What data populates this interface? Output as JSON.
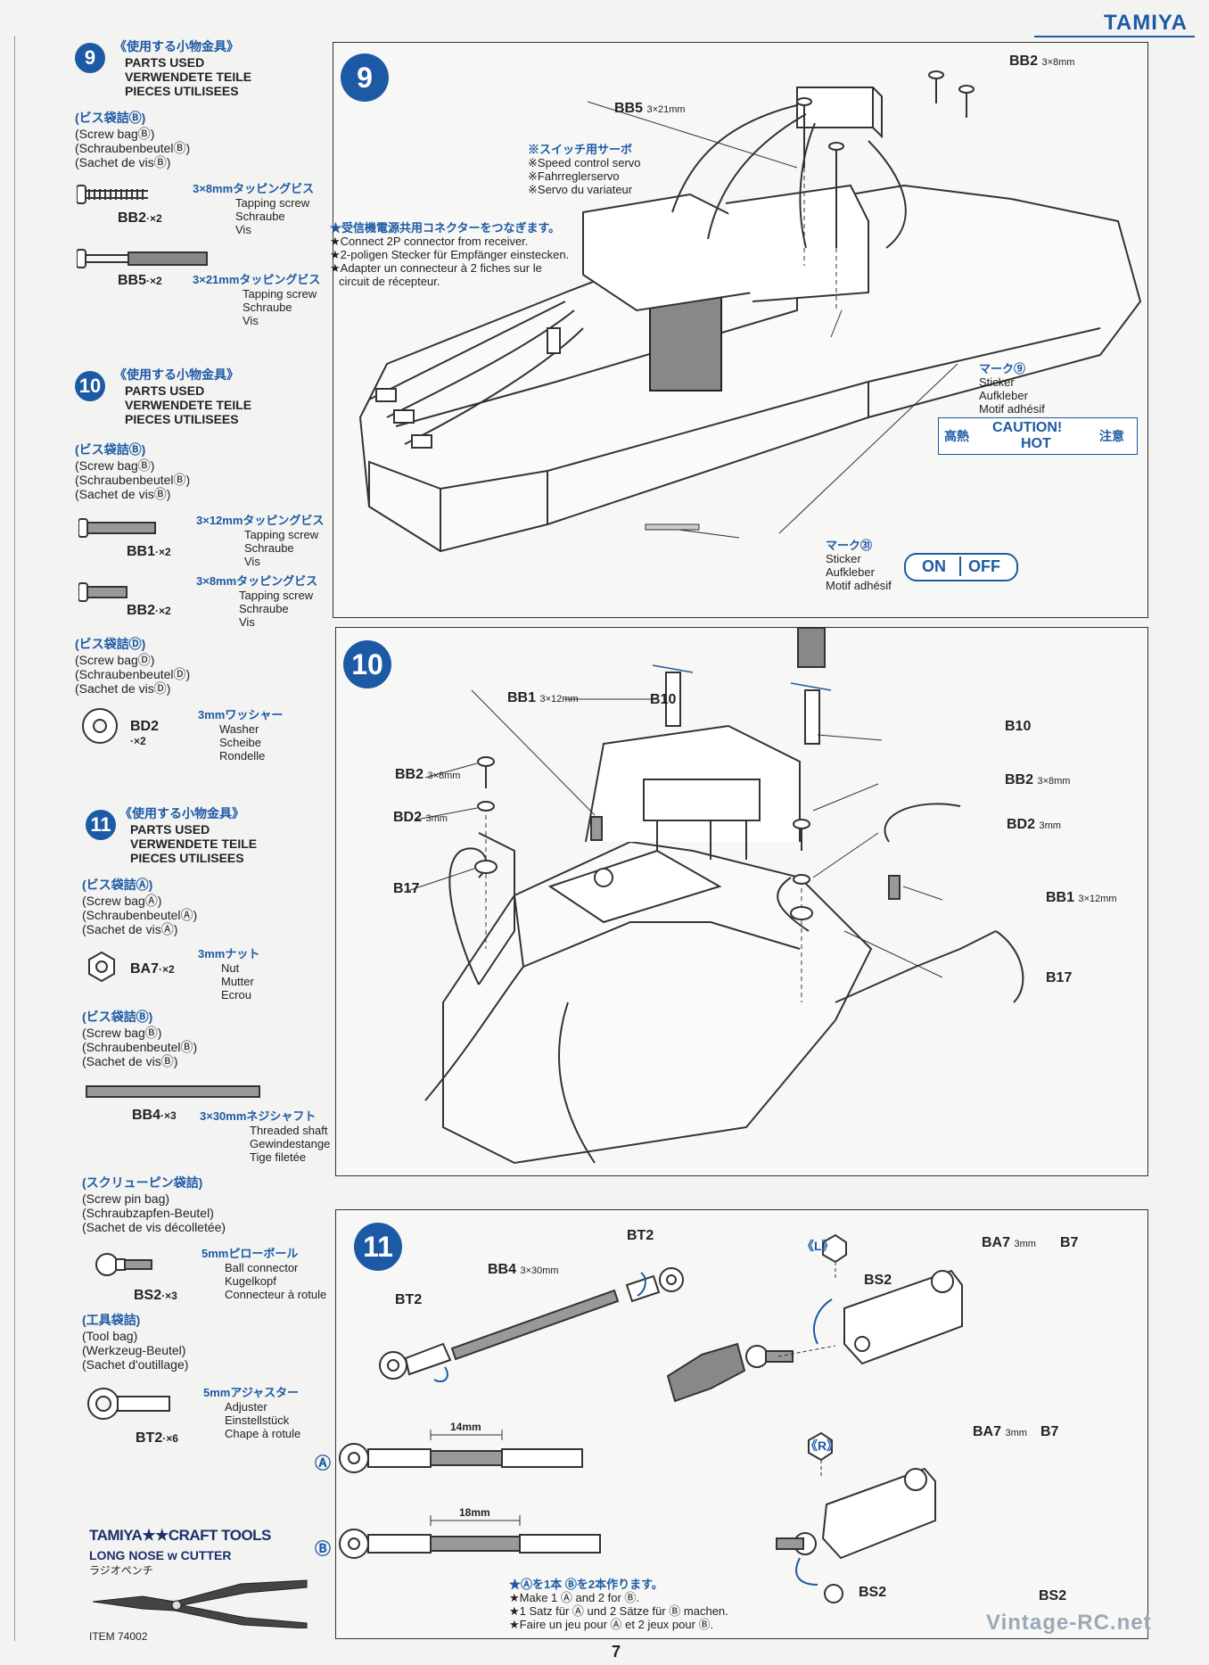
{
  "brand": "TAMIYA",
  "page_number": "7",
  "watermark": "Vintage-RC.net",
  "colors": {
    "accent": "#1d5aa5",
    "line": "#333333"
  },
  "left": {
    "s9": {
      "num": "9",
      "title_jp": "《使用する小物金具》",
      "title_en": "PARTS USED",
      "title_de": "VERWENDETE TEILE",
      "title_fr": "PIECES UTILISEES",
      "bag_jp": "(ビス袋詰Ⓑ)",
      "bag_en": "(Screw bagⒷ)",
      "bag_de": "(SchraubenbeutelⒷ)",
      "bag_fr": "(Sachet de visⒷ)",
      "p1_spec": "3×8mmタッピングビス",
      "p1_name": "BB2",
      "p1_qty": "·×2",
      "p1_desc": [
        "Tapping screw",
        "Schraube",
        "Vis"
      ],
      "p2_name": "BB5",
      "p2_qty": "·×2",
      "p2_spec": "3×21mmタッピングビス",
      "p2_desc": [
        "Tapping screw",
        "Schraube",
        "Vis"
      ]
    },
    "s10": {
      "num": "10",
      "title_jp": "《使用する小物金具》",
      "title_en": "PARTS USED",
      "title_de": "VERWENDETE TEILE",
      "title_fr": "PIECES UTILISEES",
      "bag1_jp": "(ビス袋詰Ⓑ)",
      "bag1_en": "(Screw bagⒷ)",
      "bag1_de": "(SchraubenbeutelⒷ)",
      "bag1_fr": "(Sachet de visⒷ)",
      "p1_spec": "3×12mmタッピングビス",
      "p1_name": "BB1",
      "p1_qty": "·×2",
      "p1_desc": [
        "Tapping screw",
        "Schraube",
        "Vis"
      ],
      "p2_spec": "3×8mmタッピングビス",
      "p2_name": "BB2",
      "p2_qty": "·×2",
      "p2_desc": [
        "Tapping screw",
        "Schraube",
        "Vis"
      ],
      "bag2_jp": "(ビス袋詰Ⓓ)",
      "bag2_en": "(Screw bagⒹ)",
      "bag2_de": "(SchraubenbeutelⒹ)",
      "bag2_fr": "(Sachet de visⒹ)",
      "p3_name": "BD2",
      "p3_qty": "·×2",
      "p3_spec": "3mmワッシャー",
      "p3_desc": [
        "Washer",
        "Scheibe",
        "Rondelle"
      ]
    },
    "s11": {
      "num": "11",
      "title_jp": "《使用する小物金具》",
      "title_en": "PARTS USED",
      "title_de": "VERWENDETE TEILE",
      "title_fr": "PIECES UTILISEES",
      "bag1_jp": "(ビス袋詰Ⓐ)",
      "bag1_en": "(Screw bagⒶ)",
      "bag1_de": "(SchraubenbeutelⒶ)",
      "bag1_fr": "(Sachet de visⒶ)",
      "p1_spec": "3mmナット",
      "p1_name": "BA7",
      "p1_qty": "·×2",
      "p1_desc": [
        "Nut",
        "Mutter",
        "Ecrou"
      ],
      "bag2_jp": "(ビス袋詰Ⓑ)",
      "bag2_en": "(Screw bagⒷ)",
      "bag2_de": "(SchraubenbeutelⒷ)",
      "bag2_fr": "(Sachet de visⒷ)",
      "p2_name": "BB4",
      "p2_qty": "·×3",
      "p2_spec": "3×30mmネジシャフト",
      "p2_desc": [
        "Threaded shaft",
        "Gewindestange",
        "Tige filetée"
      ],
      "bag3_jp": "(スクリューピン袋詰)",
      "bag3_en": "(Screw pin bag)",
      "bag3_de": "(Schraubzapfen-Beutel)",
      "bag3_fr": "(Sachet de vis décolletée)",
      "p3_spec": "5mmピローボール",
      "p3_name": "BS2",
      "p3_qty": "·×3",
      "p3_desc": [
        "Ball connector",
        "Kugelkopf",
        "Connecteur à rotule"
      ],
      "bag4_jp": "(工具袋詰)",
      "bag4_en": "(Tool bag)",
      "bag4_de": "(Werkzeug-Beutel)",
      "bag4_fr": "(Sachet d'outillage)",
      "p4_spec": "5mmアジャスター",
      "p4_name": "BT2",
      "p4_qty": "·×6",
      "p4_desc": [
        "Adjuster",
        "Einstellstück",
        "Chape à rotule"
      ]
    },
    "tool": {
      "brand": "TAMIYA★★CRAFT TOOLS",
      "name": "LONG NOSE w CUTTER",
      "name_jp": "ラジオペンチ",
      "item": "ITEM 74002"
    }
  },
  "panel9": {
    "num": "9",
    "bb2": "BB2",
    "bb2_spec": "3×8mm",
    "bb5": "BB5",
    "bb5_spec": "3×21mm",
    "servo_jp": "※スイッチ用サーボ",
    "servo_en": "※Speed control servo",
    "servo_de": "※Fahrreglerservo",
    "servo_fr": "※Servo du variateur",
    "conn_jp": "★受信機電源共用コネクターをつなぎます。",
    "conn_en": "★Connect 2P connector from receiver.",
    "conn_de": "★2-poligen Stecker für Empfänger einstecken.",
    "conn_fr1": "★Adapter un connecteur à 2 fiches sur le",
    "conn_fr2": "circuit de récepteur.",
    "mark9_jp": "マーク⑨",
    "mark9_1": "Sticker",
    "mark9_2": "Aufkleber",
    "mark9_3": "Motif adhésif",
    "caution_l": "高熱",
    "caution_r": "注意",
    "caution_1": "CAUTION!",
    "caution_2": "HOT",
    "mark31_jp": "マーク㉛",
    "mark31_1": "Sticker",
    "mark31_2": "Aufkleber",
    "mark31_3": "Motif adhésif",
    "on": "ON",
    "off": "OFF"
  },
  "panel10": {
    "num": "10",
    "bb1": "BB1",
    "bb1_spec": "3×12mm",
    "b10": "B10",
    "bb2": "BB2",
    "bb2_spec": "3×8mm",
    "bd2": "BD2",
    "bd2_spec": "3mm",
    "b17": "B17"
  },
  "panel11": {
    "num": "11",
    "bt2": "BT2",
    "bb4": "BB4",
    "bb4_spec": "3×30mm",
    "l": "《L》",
    "r": "《R》",
    "bs2": "BS2",
    "ba7": "BA7",
    "ba7_spec": "3mm",
    "b7": "B7",
    "a": "Ⓐ",
    "b": "Ⓑ",
    "dim14": "14mm",
    "dim18": "18mm",
    "note_jp": "★Ⓐを1本 Ⓑを2本作ります。",
    "note_en": "★Make 1 Ⓐ and 2 for Ⓑ.",
    "note_de": "★1 Satz für Ⓐ und 2 Sätze für Ⓑ machen.",
    "note_fr": "★Faire un jeu pour Ⓐ et 2 jeux pour Ⓑ."
  }
}
